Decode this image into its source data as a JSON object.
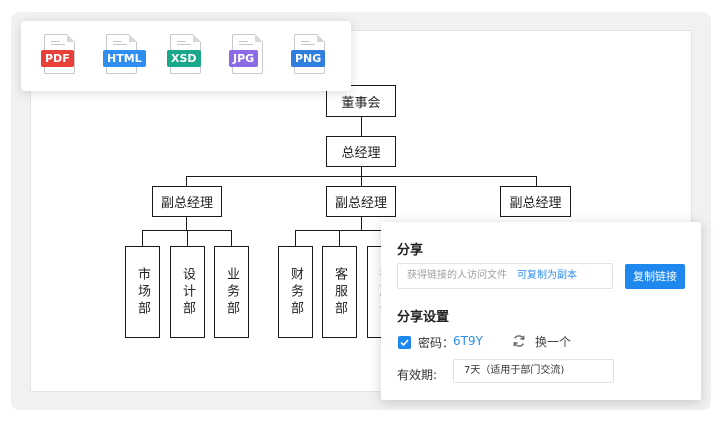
{
  "export_formats": [
    {
      "label": "PDF",
      "color": "#e8413a"
    },
    {
      "label": "HTML",
      "color": "#2f8ef2"
    },
    {
      "label": "XSD",
      "color": "#1aa88a"
    },
    {
      "label": "JPG",
      "color": "#8b6be6"
    },
    {
      "label": "PNG",
      "color": "#2f7ee0"
    }
  ],
  "org_chart": {
    "board": "董事会",
    "gm": "总经理",
    "deputies": [
      "副总经理",
      "副总经理",
      "副总经理"
    ],
    "departments": [
      "市场部",
      "设计部",
      "业务部",
      "财务部",
      "客服部",
      "行政部"
    ]
  },
  "share_panel": {
    "title": "分享",
    "link_placeholder": "获得链接的人访问文件",
    "copy_as_copy": "可复制为副本",
    "copy_link_button": "复制链接",
    "settings_title": "分享设置",
    "password_label": "密码：",
    "password_value": "6T9Y",
    "change_label": "换一个",
    "expiry_label": "有效期:",
    "expiry_value": "7天（适用于部门交流)"
  },
  "colors": {
    "accent": "#1e88ef"
  }
}
